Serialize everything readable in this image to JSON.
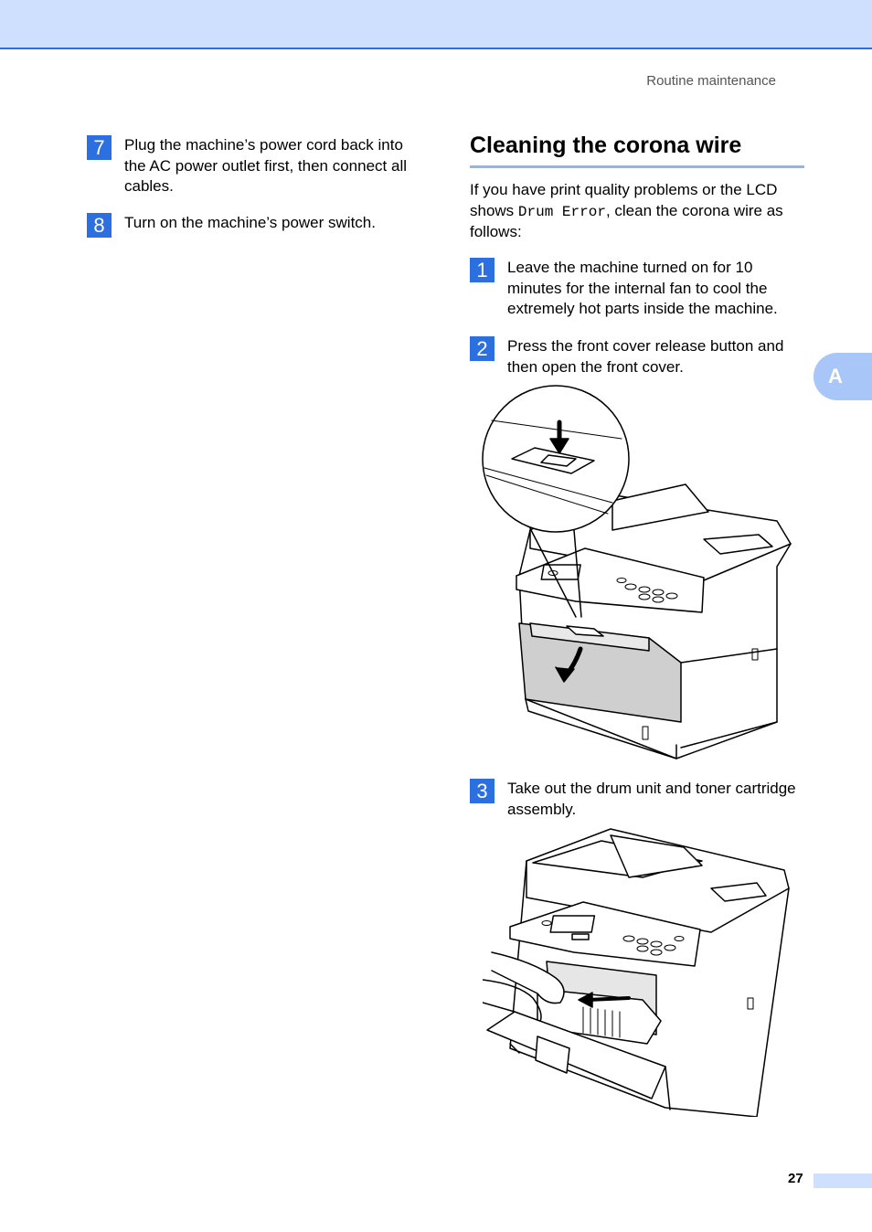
{
  "header": {
    "running_title": "Routine maintenance"
  },
  "left_steps": [
    {
      "num": "7",
      "text": "Plug the machine’s power cord back into the AC power outlet first, then connect all cables."
    },
    {
      "num": "8",
      "text": "Turn on the machine’s power switch."
    }
  ],
  "section": {
    "title": "Cleaning the corona wire",
    "intro_before": "If you have print quality problems or the LCD shows ",
    "intro_code": "Drum Error",
    "intro_after": ", clean the corona wire as follows:"
  },
  "right_steps": [
    {
      "num": "1",
      "text": "Leave the machine turned on for 10 minutes for the internal fan to cool the extremely hot parts inside the machine."
    },
    {
      "num": "2",
      "text": "Press the front cover release button and then open the front cover."
    },
    {
      "num": "3",
      "text": "Take out the drum unit and toner cartridge assembly."
    }
  ],
  "side_tab": {
    "label": "A"
  },
  "footer": {
    "page_number": "27"
  },
  "colors": {
    "accent": "#2b6fe0",
    "band": "#cfe0ff",
    "tab": "#a8c6f8",
    "rule": "#8fb4f0"
  }
}
